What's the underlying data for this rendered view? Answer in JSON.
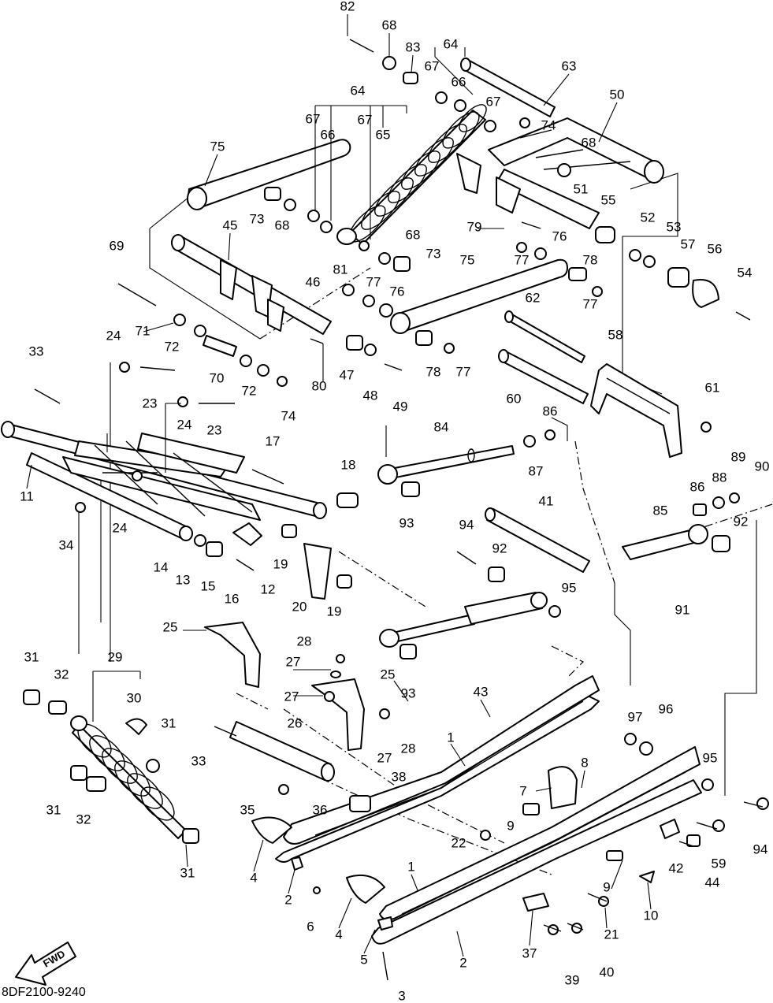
{
  "diagram": {
    "drawing_code": "8DF2100-9240",
    "direction_label": "FWD",
    "callouts": [
      {
        "label": "82"
      },
      {
        "label": "68"
      },
      {
        "label": "83"
      },
      {
        "label": "64"
      },
      {
        "label": "63"
      },
      {
        "label": "67"
      },
      {
        "label": "66"
      },
      {
        "label": "64"
      },
      {
        "label": "67"
      },
      {
        "label": "66"
      },
      {
        "label": "67"
      },
      {
        "label": "65"
      },
      {
        "label": "67"
      },
      {
        "label": "74"
      },
      {
        "label": "50"
      },
      {
        "label": "68"
      },
      {
        "label": "75"
      },
      {
        "label": "73"
      },
      {
        "label": "68"
      },
      {
        "label": "51"
      },
      {
        "label": "55"
      },
      {
        "label": "52"
      },
      {
        "label": "53"
      },
      {
        "label": "45"
      },
      {
        "label": "79"
      },
      {
        "label": "68"
      },
      {
        "label": "73"
      },
      {
        "label": "76"
      },
      {
        "label": "57"
      },
      {
        "label": "56"
      },
      {
        "label": "69"
      },
      {
        "label": "77"
      },
      {
        "label": "54"
      },
      {
        "label": "75"
      },
      {
        "label": "78"
      },
      {
        "label": "81"
      },
      {
        "label": "77"
      },
      {
        "label": "46"
      },
      {
        "label": "76"
      },
      {
        "label": "77"
      },
      {
        "label": "62"
      },
      {
        "label": "71"
      },
      {
        "label": "24"
      },
      {
        "label": "72"
      },
      {
        "label": "58"
      },
      {
        "label": "33"
      },
      {
        "label": "70"
      },
      {
        "label": "80"
      },
      {
        "label": "47"
      },
      {
        "label": "48"
      },
      {
        "label": "78"
      },
      {
        "label": "77"
      },
      {
        "label": "72"
      },
      {
        "label": "23"
      },
      {
        "label": "74"
      },
      {
        "label": "49"
      },
      {
        "label": "60"
      },
      {
        "label": "61"
      },
      {
        "label": "24"
      },
      {
        "label": "23"
      },
      {
        "label": "86"
      },
      {
        "label": "84"
      },
      {
        "label": "17"
      },
      {
        "label": "87"
      },
      {
        "label": "11"
      },
      {
        "label": "18"
      },
      {
        "label": "89"
      },
      {
        "label": "90"
      },
      {
        "label": "88"
      },
      {
        "label": "86"
      },
      {
        "label": "24"
      },
      {
        "label": "34"
      },
      {
        "label": "41"
      },
      {
        "label": "85"
      },
      {
        "label": "92"
      },
      {
        "label": "93"
      },
      {
        "label": "94"
      },
      {
        "label": "92"
      },
      {
        "label": "14"
      },
      {
        "label": "12"
      },
      {
        "label": "19"
      },
      {
        "label": "13"
      },
      {
        "label": "15"
      },
      {
        "label": "16"
      },
      {
        "label": "20"
      },
      {
        "label": "19"
      },
      {
        "label": "91"
      },
      {
        "label": "95"
      },
      {
        "label": "25"
      },
      {
        "label": "28"
      },
      {
        "label": "27"
      },
      {
        "label": "25"
      },
      {
        "label": "31"
      },
      {
        "label": "32"
      },
      {
        "label": "29"
      },
      {
        "label": "93"
      },
      {
        "label": "30"
      },
      {
        "label": "27"
      },
      {
        "label": "43"
      },
      {
        "label": "97"
      },
      {
        "label": "96"
      },
      {
        "label": "26"
      },
      {
        "label": "28"
      },
      {
        "label": "31"
      },
      {
        "label": "33"
      },
      {
        "label": "27"
      },
      {
        "label": "1"
      },
      {
        "label": "95"
      },
      {
        "label": "8"
      },
      {
        "label": "38"
      },
      {
        "label": "7"
      },
      {
        "label": "31"
      },
      {
        "label": "32"
      },
      {
        "label": "35"
      },
      {
        "label": "36"
      },
      {
        "label": "9"
      },
      {
        "label": "22"
      },
      {
        "label": "94"
      },
      {
        "label": "42"
      },
      {
        "label": "59"
      },
      {
        "label": "31"
      },
      {
        "label": "4"
      },
      {
        "label": "1"
      },
      {
        "label": "44"
      },
      {
        "label": "9"
      },
      {
        "label": "2"
      },
      {
        "label": "6"
      },
      {
        "label": "10"
      },
      {
        "label": "4"
      },
      {
        "label": "21"
      },
      {
        "label": "5"
      },
      {
        "label": "37"
      },
      {
        "label": "2"
      },
      {
        "label": "40"
      },
      {
        "label": "39"
      },
      {
        "label": "3"
      }
    ]
  }
}
